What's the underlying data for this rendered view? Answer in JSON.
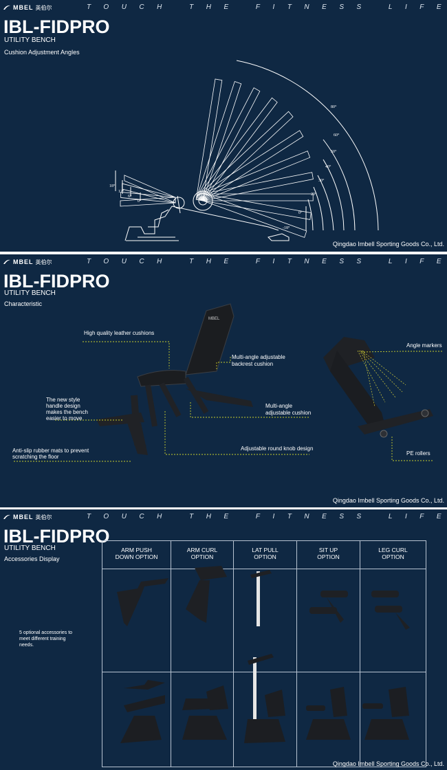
{
  "brand": {
    "logo_text": "MBEL",
    "logo_cn": "英伯尔",
    "tagline": "TOUCH THE FITNESS LIFE"
  },
  "company": "Qingdao Imbell Sporting Goods Co., Ltd.",
  "panels": [
    {
      "model": "IBL-FIDPRO",
      "subtitle": "UTILITY BENCH",
      "section": "Cushion Adjustment Angles",
      "angles_right": [
        "80°",
        "60°",
        "50°",
        "40°",
        "30°",
        "20°",
        "0°",
        "-18°"
      ],
      "angles_left": [
        "18°",
        "12°",
        "6°",
        "0°"
      ]
    },
    {
      "model": "IBL-FIDPRO",
      "subtitle": "UTILITY BENCH",
      "section": "Characteristic",
      "callouts": {
        "leather": "High quality leather cushions",
        "backrest_1": "Multi-angle adjustable",
        "backrest_2": "backrest cushion",
        "handle_1": "The new style",
        "handle_2": "handle design",
        "handle_3": "makes the bench",
        "handle_4": "easier to move",
        "cushion_1": "Multi-angle",
        "cushion_2": "adjustable cushion",
        "rubber_1": "Anti-slip rubber mats to prevent",
        "rubber_2": "scratching the floor",
        "knob": "Adjustable round knob design",
        "markers": "Angle markers",
        "rollers": "PE rollers"
      }
    },
    {
      "model": "IBL-FIDPRO",
      "subtitle": "UTILITY BENCH",
      "section": "Accessories Display",
      "note_1": "5 optional accessories to",
      "note_2": "meet different training",
      "note_3": "needs.",
      "options": [
        {
          "line1": "ARM PUSH",
          "line2": "DOWN OPTION"
        },
        {
          "line1": "ARM CURL",
          "line2": "OPTION"
        },
        {
          "line1": "LAT PULL",
          "line2": "OPTION"
        },
        {
          "line1": "SIT UP",
          "line2": "OPTION"
        },
        {
          "line1": "LEG CURL",
          "line2": "OPTION"
        }
      ]
    }
  ]
}
